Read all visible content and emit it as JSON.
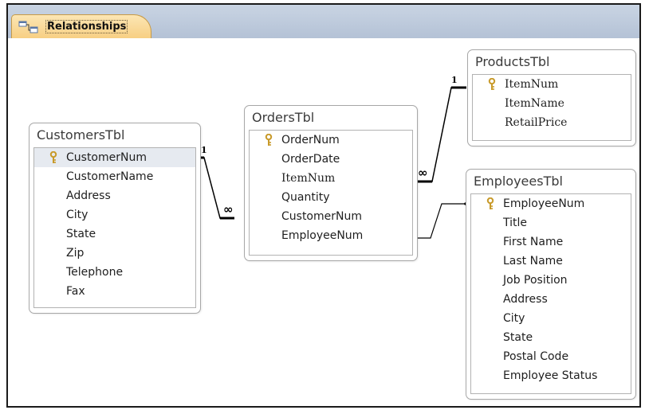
{
  "tab": {
    "label": "Relationships",
    "icon": "relationships-icon"
  },
  "tables": {
    "customers": {
      "name": "CustomersTbl",
      "fields": [
        {
          "label": "CustomerNum",
          "key": true
        },
        {
          "label": "CustomerName"
        },
        {
          "label": "Address"
        },
        {
          "label": "City"
        },
        {
          "label": "State"
        },
        {
          "label": "Zip"
        },
        {
          "label": "Telephone"
        },
        {
          "label": "Fax"
        }
      ]
    },
    "orders": {
      "name": "OrdersTbl",
      "fields": [
        {
          "label": "OrderNum",
          "key": true
        },
        {
          "label": "OrderDate"
        },
        {
          "label": "ItemNum"
        },
        {
          "label": "Quantity"
        },
        {
          "label": "CustomerNum"
        },
        {
          "label": "EmployeeNum"
        }
      ]
    },
    "products": {
      "name": "ProductsTbl",
      "fields": [
        {
          "label": "ItemNum",
          "key": true
        },
        {
          "label": "ItemName"
        },
        {
          "label": "RetailPrice"
        }
      ]
    },
    "employees": {
      "name": "EmployeesTbl",
      "fields": [
        {
          "label": "EmployeeNum",
          "key": true
        },
        {
          "label": "Title"
        },
        {
          "label": "First Name"
        },
        {
          "label": "Last Name"
        },
        {
          "label": "Job Position"
        },
        {
          "label": "Address"
        },
        {
          "label": "City"
        },
        {
          "label": "State"
        },
        {
          "label": "Postal Code"
        },
        {
          "label": "Employee Status"
        }
      ]
    }
  },
  "relationships": {
    "customers_orders": {
      "one": "1",
      "many": "∞"
    },
    "products_orders": {
      "one": "1",
      "many": "∞"
    }
  },
  "colors": {
    "tab_gradient_top": "#fce6b4",
    "tab_gradient_bottom": "#f7cf83",
    "strip_background": "#c9d4e3",
    "key_icon": "#d4a935",
    "selected_row": "#e6eaf0",
    "line": "#000000"
  }
}
